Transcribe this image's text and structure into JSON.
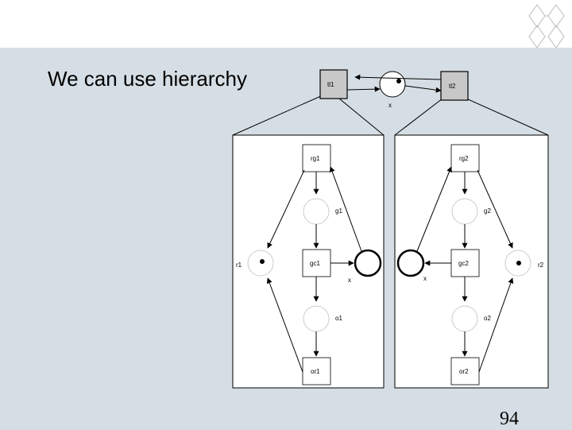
{
  "slide": {
    "title": "We can use hierarchy",
    "page_number": "94"
  },
  "diagram": {
    "top_net": {
      "transition_left": "tl1",
      "transition_right": "tl2",
      "place_label": "x"
    },
    "left_subnet": {
      "rg": "rg1",
      "g": "g1",
      "gc": "gc1",
      "o": "o1",
      "or": "or1",
      "r": "r1",
      "x": "x"
    },
    "right_subnet": {
      "rg": "rg2",
      "g": "g2",
      "gc": "gc2",
      "o": "o2",
      "or": "or2",
      "r": "r2",
      "x": "x"
    }
  },
  "colors": {
    "background": "#d5dee4",
    "top_band": "#ffffff",
    "transition_fill_top": "#c8c8c8",
    "node_fill": "#ffffff"
  }
}
